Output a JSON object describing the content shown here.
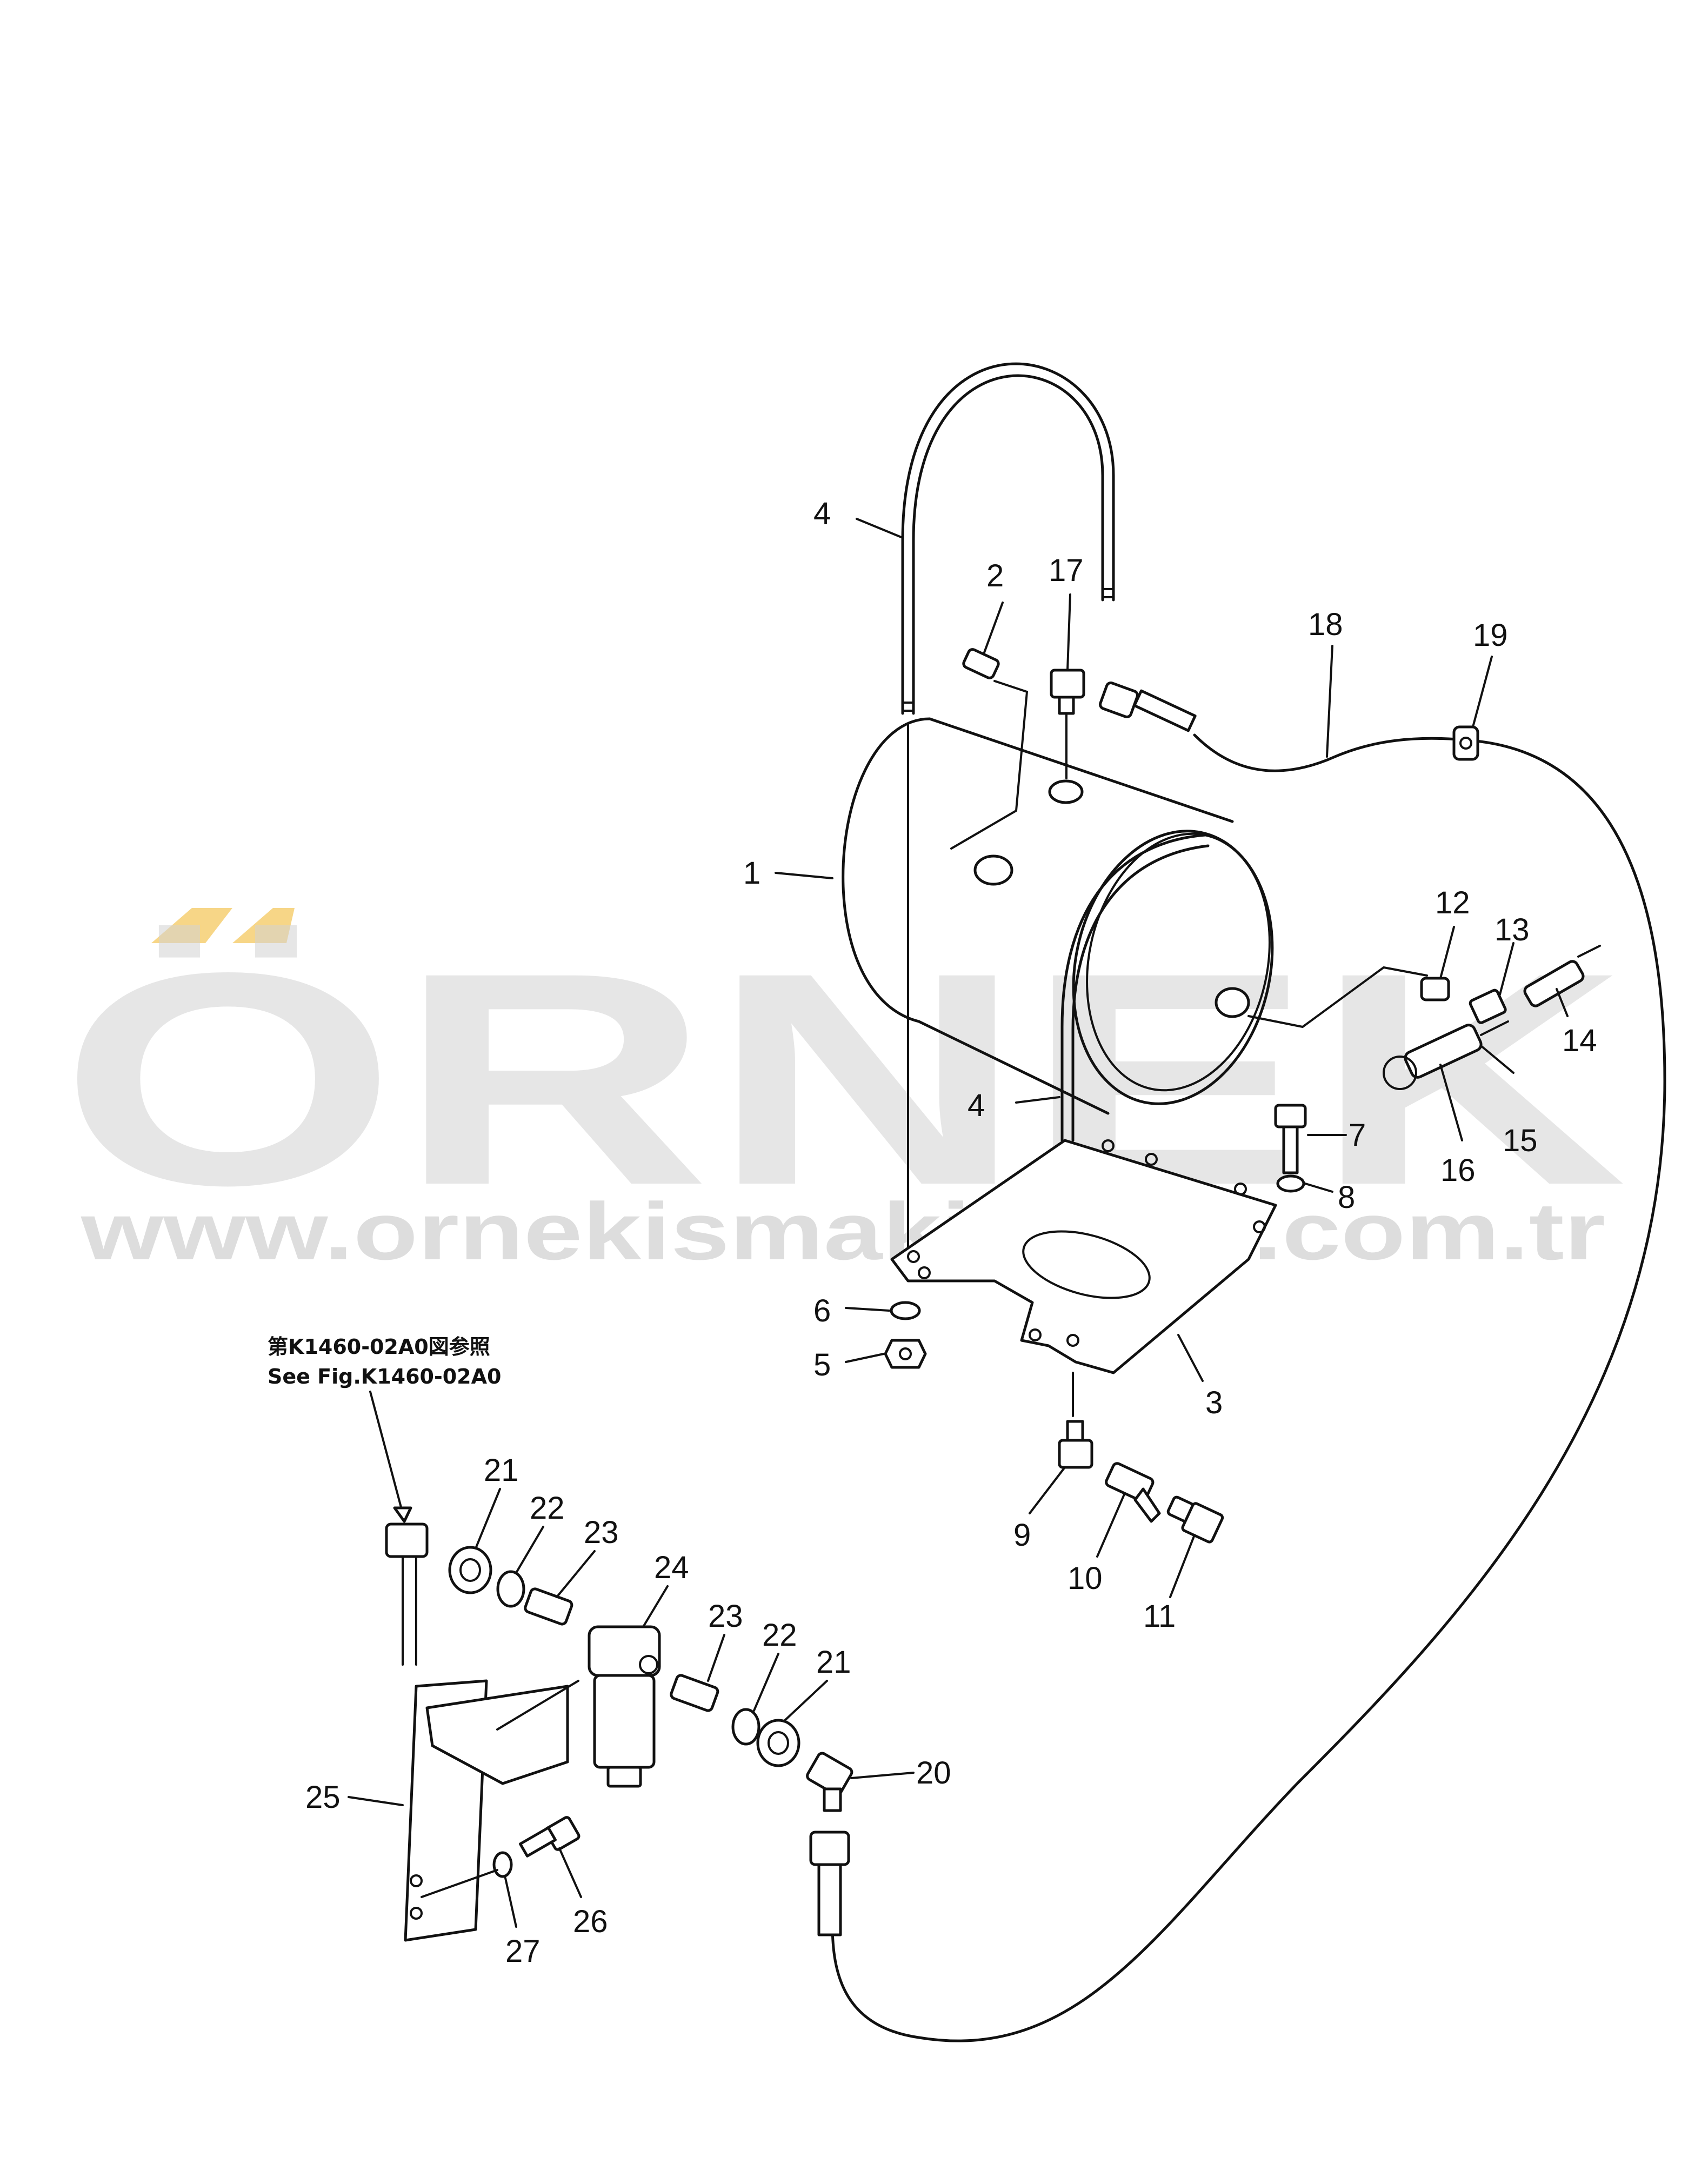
{
  "watermark": {
    "brand": "ÖRNEK",
    "url": "www.ornekismakinalari.com.tr",
    "accent_color": "#f6d27a",
    "text_color": "#d3d3d3"
  },
  "reference_note": {
    "jp": "第K1460-02A0図参照",
    "en": "See Fig.K1460-02A0"
  },
  "callouts": {
    "c1": "1",
    "c2": "2",
    "c3": "3",
    "c4a": "4",
    "c4b": "4",
    "c5": "5",
    "c6": "6",
    "c7": "7",
    "c8": "8",
    "c9": "9",
    "c10": "10",
    "c11": "11",
    "c12": "12",
    "c13": "13",
    "c14": "14",
    "c15": "15",
    "c16": "16",
    "c17": "17",
    "c18": "18",
    "c19": "19",
    "c20": "20",
    "c21a": "21",
    "c21b": "21",
    "c22a": "22",
    "c22b": "22",
    "c23a": "23",
    "c23b": "23",
    "c24": "24",
    "c25": "25",
    "c26": "26",
    "c27": "27"
  }
}
